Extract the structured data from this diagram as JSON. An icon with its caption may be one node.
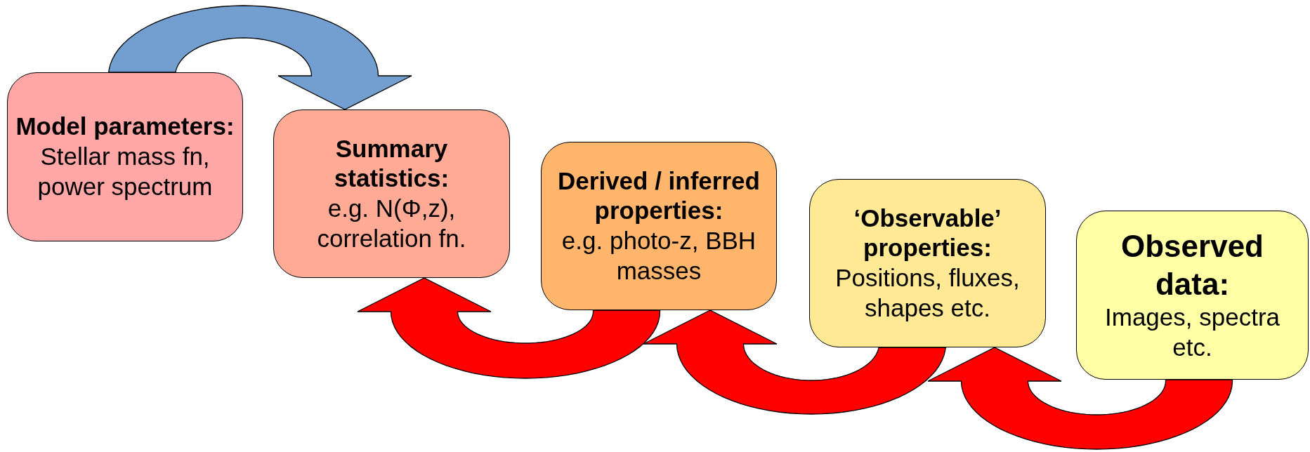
{
  "diagram": {
    "nodes": [
      {
        "text": [
          "Model parameters:",
          "Stellar mass fn, power spectrum"
        ]
      },
      {
        "text": [
          "Summary statistics:",
          "e.g. N(Φ,z), correlation fn."
        ]
      },
      {
        "text": [
          "Derived / inferred properties:",
          "e.g. photo-z, BBH masses"
        ]
      },
      {
        "text": [
          "‘Observable’ properties:",
          "Positions, fluxes, shapes etc."
        ]
      },
      {
        "text": [
          "Observed data:",
          "Images, spectra etc."
        ]
      }
    ],
    "edges": [
      {
        "from": 0,
        "to": 1,
        "arrow": "to",
        "color": "#729fcf"
      },
      {
        "from": 4,
        "to": 3,
        "arrow": "to"
      },
      {
        "from": 3,
        "to": 2,
        "arrow": "to"
      },
      {
        "from": 2,
        "to": 1,
        "arrow": "to"
      }
    ]
  }
}
